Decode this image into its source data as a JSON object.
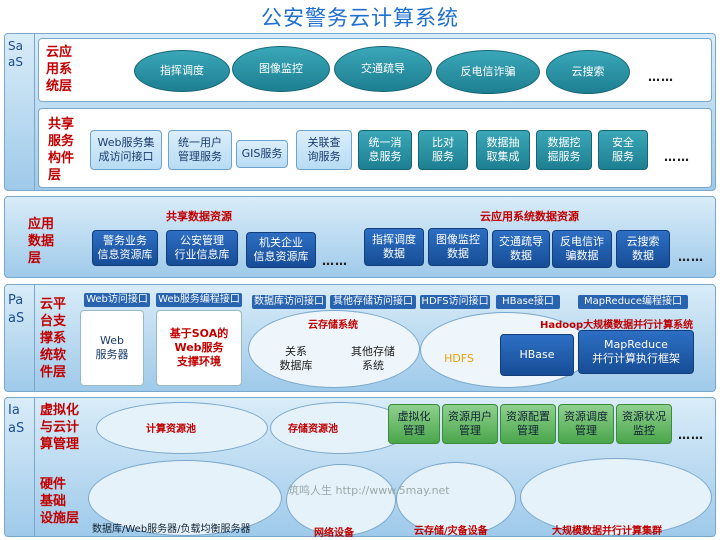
{
  "title": "公安警务云计算系统",
  "saas": {
    "side_label": "Sa\naS",
    "app_layer_label": "云应\n用系\n统层",
    "apps": [
      "指挥调度",
      "图像监控",
      "交通疏导",
      "反电信诈骗",
      "云搜索"
    ],
    "apps_more": "……",
    "svc_layer_label": "共享\n服务\n构件\n层",
    "services": [
      "Web服务集\n成访问接口",
      "统一用户\n管理服务",
      "GIS服务",
      "关联查\n询服务",
      "统一消\n息服务",
      "比对\n服务",
      "数据抽\n取集成",
      "数据挖\n掘服务",
      "安全\n服务"
    ],
    "services_more": "……"
  },
  "data": {
    "layer_label": "应用\n数据\n层",
    "shared_title": "共享数据资源",
    "shared": [
      "警务业务\n信息资源库",
      "公安管理\n行业信息库",
      "机关企业\n信息资源库"
    ],
    "shared_more": "……",
    "cloud_title": "云应用系统数据资源",
    "cloud": [
      "指挥调度\n数据",
      "图像监控\n数据",
      "交通疏导\n数据",
      "反电信诈\n骗数据",
      "云搜索\n数据"
    ],
    "cloud_more": "……"
  },
  "paas": {
    "side_label": "Pa\naS",
    "layer_label": "云平\n台支\n撑系\n统软\n件层",
    "interfaces": [
      "Web访问接口",
      "Web服务编程接口",
      "数据库访问接口",
      "其他存储访问接口",
      "HDFS访问接口",
      "HBase接口",
      "MapReduce编程接口"
    ],
    "web_server": "Web\n服务器",
    "soa": "基于SOA的\nWeb服务\n支撑环境",
    "cloud_storage": "云存储系统",
    "relational_db": "关系\n数据库",
    "other_storage": "其他存储\n系统",
    "hadoop_title": "Hadoop大规模数据并行计算系统",
    "hdfs": "HDFS",
    "hbase": "HBase",
    "mapreduce": "MapReduce\n并行计算执行框架"
  },
  "iaas": {
    "side_label": "Ia\naS",
    "virt_label": "虚拟化\n与云计\n算管理",
    "compute_pool": "计算资源池",
    "storage_pool": "存储资源池",
    "mgmt": [
      "虚拟化\n管理",
      "资源用户\n管理",
      "资源配置\n管理",
      "资源调度\n管理",
      "资源状况\n监控"
    ],
    "mgmt_more": "……",
    "hw_label": "硬件\n基础\n设施层",
    "hw_servers": "数据库/Web服务器/负载均衡服务器",
    "hw_network": "网络设备",
    "hw_storage": "云存储/灾备设备",
    "hw_bigdata": "大规模数据并行计算集群",
    "watermark": "筑鸣人生 http://www.5may.net"
  },
  "colors": {
    "title": "#1f6fd0",
    "layer_label": "#c00000",
    "teal": "#1d7f92",
    "blue": "#174d96",
    "green": "#4aa64a"
  }
}
